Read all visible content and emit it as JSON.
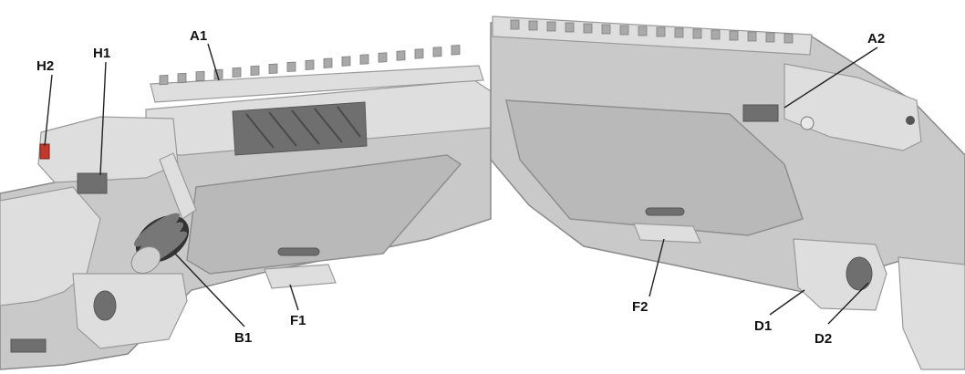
{
  "labels": {
    "h2": "H2",
    "h1": "H1",
    "a1": "A1",
    "a2": "A2",
    "b1": "B1",
    "f1": "F1",
    "f2": "F2",
    "d1": "D1",
    "d2": "D2"
  }
}
